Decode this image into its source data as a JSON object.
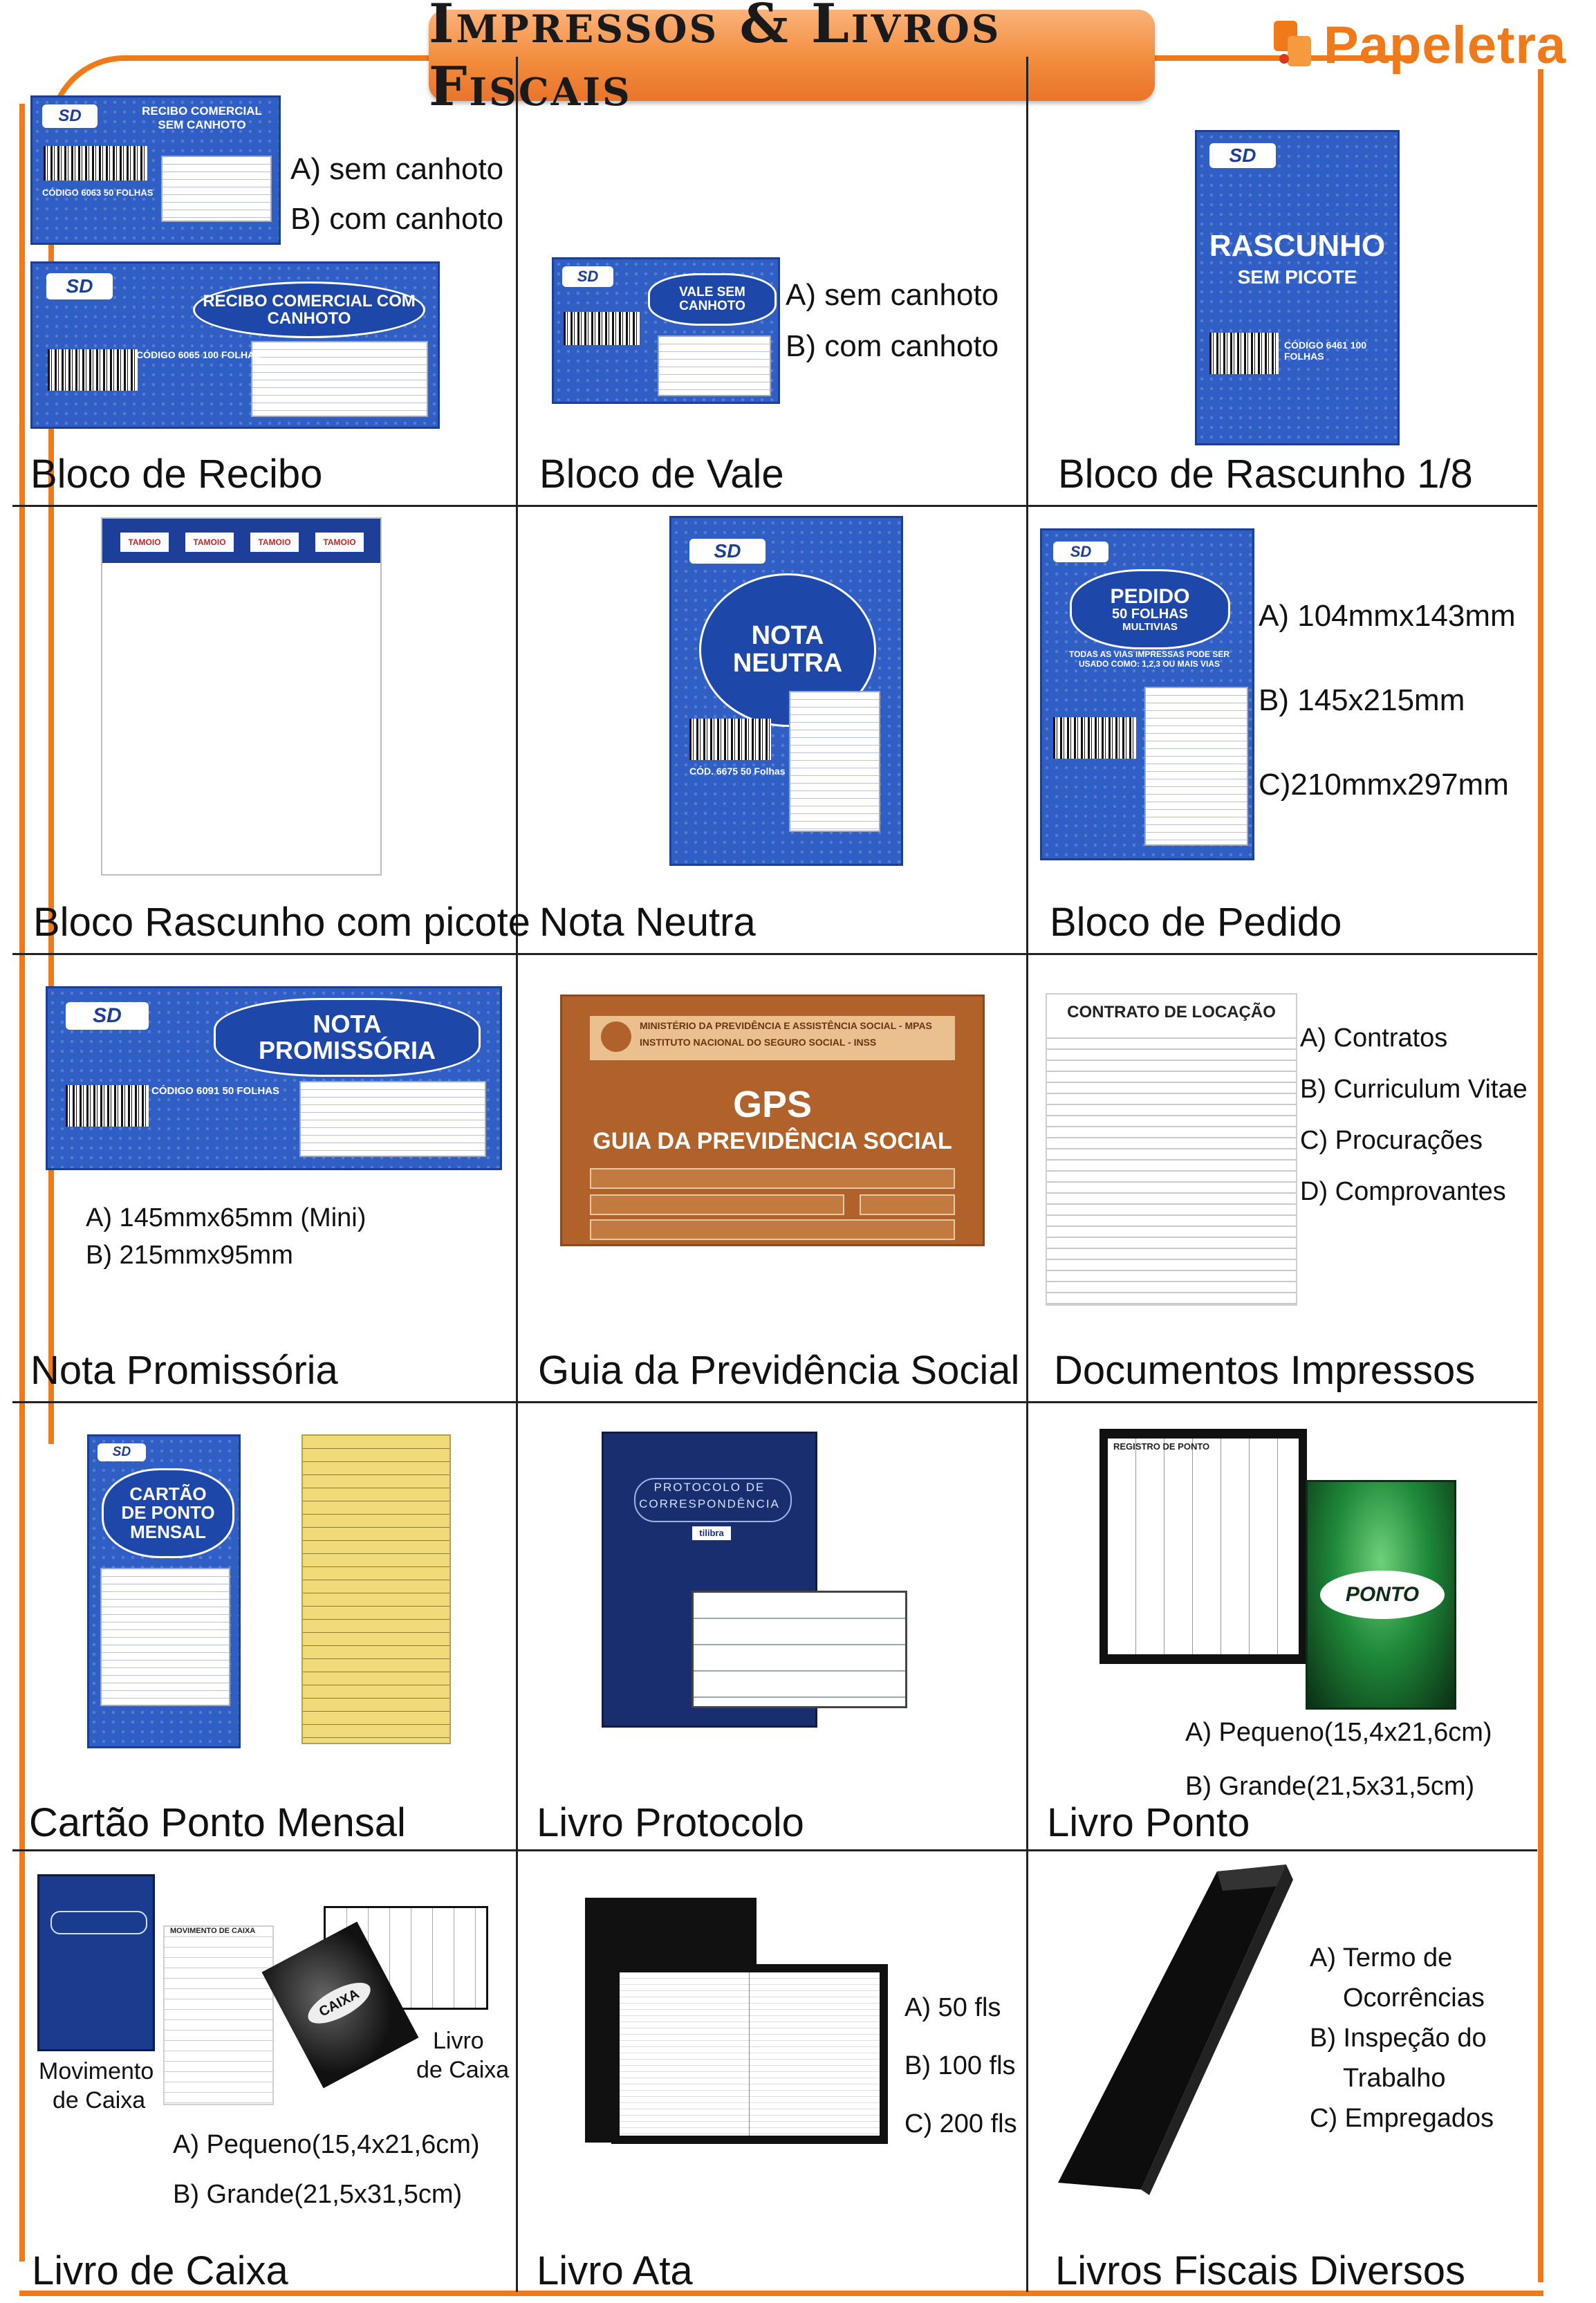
{
  "header": {
    "title": "Impressos & Livros Fiscais",
    "brand": "Papeletra"
  },
  "cells": {
    "recibo": {
      "title": "Bloco de Recibo",
      "options": [
        "A) sem canhoto",
        "B) com canhoto"
      ],
      "pad_a_label": "RECIBO COMERCIAL SEM CANHOTO",
      "pad_b_label": "RECIBO COMERCIAL COM CANHOTO",
      "pad_a_code": "CÓDIGO 6063 50 FOLHAS",
      "pad_b_code": "CÓDIGO 6065 100 FOLHAS"
    },
    "vale": {
      "title": "Bloco de Vale",
      "options": [
        "A) sem canhoto",
        "B) com canhoto"
      ],
      "pad_label": "VALE SEM CANHOTO"
    },
    "rascunho18": {
      "title": "Bloco de Rascunho 1/8",
      "pad_label_1": "RASCUNHO",
      "pad_label_2": "SEM PICOTE",
      "pad_code": "CÓDIGO 6461 100 FOLHAS"
    },
    "rascunho_picote": {
      "title": "Bloco Rascunho com picote",
      "brand_tabs": [
        "TAMOIO",
        "TAMOIO",
        "TAMOIO",
        "TAMOIO"
      ]
    },
    "nota_neutra": {
      "title": "Nota Neutra",
      "pad_label_1": "NOTA",
      "pad_label_2": "NEUTRA",
      "pad_code": "CÓD. 6675 50 Folhas"
    },
    "pedido": {
      "title": "Bloco de Pedido",
      "options": [
        "A) 104mmx143mm",
        "B) 145x215mm",
        "C)210mmx297mm"
      ],
      "pad_label_1": "PEDIDO",
      "pad_label_2": "50 FOLHAS",
      "pad_label_3": "MULTIVIAS",
      "pad_sub": "TODAS AS VIAS IMPRESSAS PODE SER USADO COMO: 1,2,3 OU MAIS VIAS"
    },
    "promissoria": {
      "title": "Nota Promissória",
      "options": [
        "A) 145mmx65mm (Mini)",
        "B) 215mmx95mm"
      ],
      "pad_label_1": "NOTA",
      "pad_label_2": "PROMISSÓRIA",
      "pad_code": "CÓDIGO 6091 50 FOLHAS"
    },
    "gps": {
      "title": "Guia da Previdência Social",
      "header_line_1": "MINISTÉRIO DA PREVIDÊNCIA E ASSISTÊNCIA SOCIAL - MPAS",
      "header_line_2": "INSTITUTO NACIONAL DO SEGURO SOCIAL - INSS",
      "big": "GPS",
      "sub": "GUIA DA PREVIDÊNCIA SOCIAL"
    },
    "documentos": {
      "title": "Documentos Impressos",
      "options": [
        "A) Contratos",
        "B) Curriculum Vitae",
        "C) Procurações",
        "D) Comprovantes"
      ],
      "doc_title": "CONTRATO DE LOCAÇÃO"
    },
    "cartao_ponto": {
      "title": "Cartão Ponto Mensal",
      "pad_label_1": "CARTÃO",
      "pad_label_2": "DE PONTO",
      "pad_label_3": "MENSAL"
    },
    "protocolo": {
      "title": "Livro Protocolo",
      "cover_label_1": "PROTOCOLO DE",
      "cover_label_2": "CORRESPONDÊNCIA",
      "cover_brand": "tilibra"
    },
    "livro_ponto": {
      "title": "Livro Ponto",
      "options": [
        "A) Pequeno(15,4x21,6cm)",
        "B) Grande(21,5x31,5cm)"
      ],
      "cover_label": "PONTO",
      "sheet_label": "REGISTRO DE PONTO"
    },
    "caixa": {
      "title": "Livro de Caixa",
      "options": [
        "A) Pequeno(15,4x21,6cm)",
        "B) Grande(21,5x31,5cm)"
      ],
      "caption_left_1": "Movimento",
      "caption_left_2": "de Caixa",
      "caption_right_1": "Livro",
      "caption_right_2": "de Caixa",
      "book_label": "CAIXA",
      "sheet_label": "MOVIMENTO DE CAIXA"
    },
    "ata": {
      "title": "Livro Ata",
      "options": [
        "A) 50 fls",
        "B) 100 fls",
        "C) 200 fls"
      ]
    },
    "fiscais": {
      "title": "Livros Fiscais Diversos",
      "options": [
        "A) Termo de",
        "Ocorrências",
        "B) Inspeção do",
        "Trabalho",
        "C) Empregados"
      ]
    }
  },
  "colors": {
    "accent": "#f07a1a",
    "pad_blue": "#2f5fc4",
    "gps_brown": "#b0622a"
  }
}
